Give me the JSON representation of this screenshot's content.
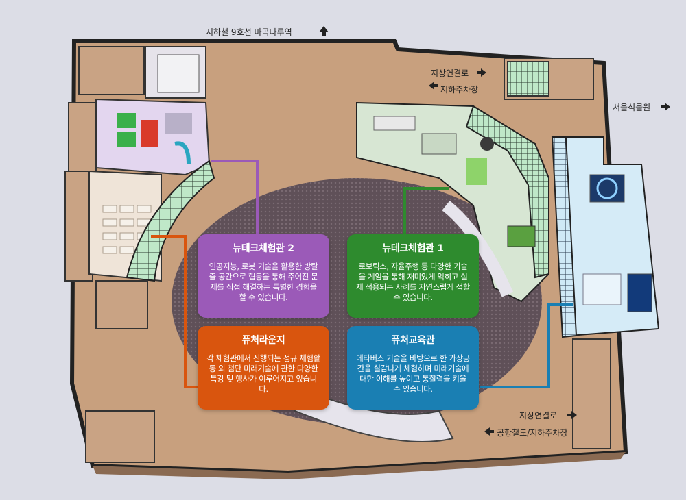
{
  "directions": {
    "subway": "지하철 9호선 마곡나루역",
    "ground_link_top": "지상연결로",
    "underground_parking_top": "지하주차장",
    "botanic_park": "서울식물원",
    "ground_link_bottom": "지상연결로",
    "airport_rail_parking": "공항철도/지하주차장"
  },
  "zones": [
    {
      "key": "newtech2",
      "title": "뉴테크체험관 2",
      "description": "인공지능, 로봇 기술을 활용한 방탈출 공간으로 협동을 통해 주어진 문제를 직접 해결하는 특별한 경험을 할 수 있습니다.",
      "color": "#9b5ab8"
    },
    {
      "key": "newtech1",
      "title": "뉴테크체험관 1",
      "description": "로보틱스, 자율주행 등 다양한 기술을 게임을 통해 재미있게 익히고 실제 적용되는 사례를 자연스럽게 접할 수 있습니다.",
      "color": "#2e8b2e"
    },
    {
      "key": "lounge",
      "title": "퓨처라운지",
      "description": "각 체험관에서 진행되는 정규 체험활동 외 첨단 미래기술에 관한 다양한 특강 및 행사가 이루어지고 있습니다.",
      "color": "#d9550e"
    },
    {
      "key": "education",
      "title": "퓨처교육관",
      "description": "메타버스 기술을 바탕으로 한 가상공간을 실감나게 체험하며 미래기술에대한 이해를 높이고 통찰력을 키울 수 있습니다.",
      "color": "#1a7fb3"
    }
  ]
}
